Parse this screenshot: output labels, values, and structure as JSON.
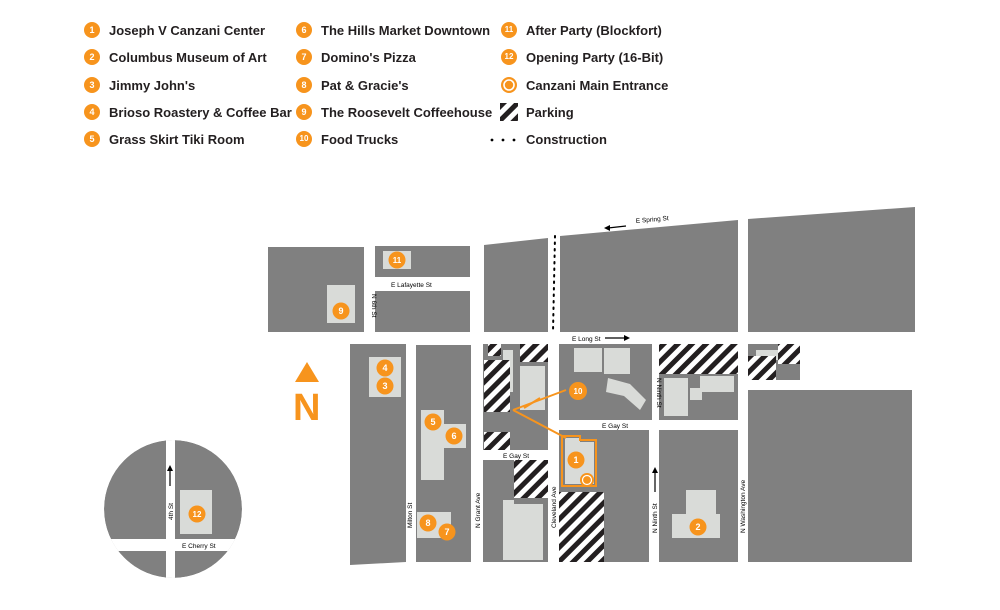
{
  "legend": {
    "items": [
      {
        "marker": "1",
        "label": "Joseph V Canzani Center"
      },
      {
        "marker": "2",
        "label": "Columbus Museum of Art"
      },
      {
        "marker": "3",
        "label": "Jimmy John's"
      },
      {
        "marker": "4",
        "label": "Brioso Roastery & Coffee Bar"
      },
      {
        "marker": "5",
        "label": "Grass Skirt Tiki Room"
      },
      {
        "marker": "6",
        "label": "The Hills Market Downtown"
      },
      {
        "marker": "7",
        "label": "Domino's Pizza"
      },
      {
        "marker": "8",
        "label": "Pat & Gracie's"
      },
      {
        "marker": "9",
        "label": "The Roosevelt Coffeehouse"
      },
      {
        "marker": "10",
        "label": "Food Trucks"
      },
      {
        "marker": "11",
        "label": "After Party (Blockfort)"
      },
      {
        "marker": "12",
        "label": "Opening Party (16-Bit)"
      },
      {
        "marker": "",
        "label": "Canzani Main Entrance"
      },
      {
        "marker": "",
        "label": "Parking"
      },
      {
        "marker": "",
        "label": "Construction"
      }
    ]
  },
  "map": {
    "north_label": "N",
    "streets": {
      "spring": "E Spring St",
      "lafayette": "E Lafayette St",
      "sixth": "N 6th St",
      "long": "E Long St",
      "ninth_upper": "N Ninth St",
      "gay_east": "E Gay St",
      "gay_west": "E Gay St",
      "milton": "Milton St",
      "grant": "N Grant Ave",
      "cleveland": "Cleveland Ave",
      "ninth_lower": "N Ninth St",
      "washington": "N Washington Ave"
    },
    "markers": {
      "m1": "1",
      "m2": "2",
      "m3": "3",
      "m4": "4",
      "m5": "5",
      "m6": "6",
      "m7": "7",
      "m8": "8",
      "m9": "9",
      "m10": "10",
      "m11": "11"
    },
    "inset": {
      "street_4th": "4th St",
      "cherry": "E Cherry St",
      "marker": "12"
    }
  },
  "colors": {
    "accent": "#f7941d",
    "block": "#808080",
    "building": "#d9dbd8",
    "text": "#231f20"
  }
}
